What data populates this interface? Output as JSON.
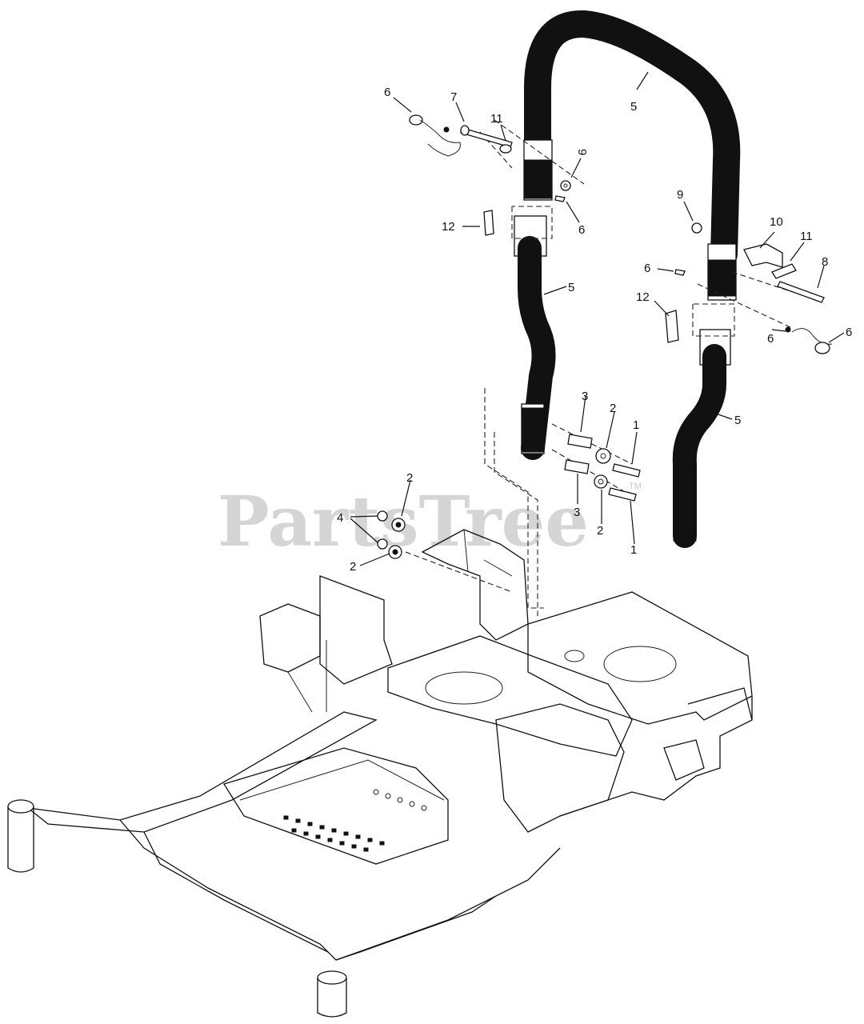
{
  "watermark": {
    "text": "PartsTree",
    "trademark": "TM"
  },
  "callouts": [
    {
      "id": "c-6a",
      "label": "6"
    },
    {
      "id": "c-7",
      "label": "7"
    },
    {
      "id": "c-11a",
      "label": "11"
    },
    {
      "id": "c-9a",
      "label": "9"
    },
    {
      "id": "c-6b",
      "label": "6"
    },
    {
      "id": "c-12a",
      "label": "12"
    },
    {
      "id": "c-5a",
      "label": "5"
    },
    {
      "id": "c-5b",
      "label": "5"
    },
    {
      "id": "c-9b",
      "label": "9"
    },
    {
      "id": "c-10",
      "label": "10"
    },
    {
      "id": "c-11b",
      "label": "11"
    },
    {
      "id": "c-8",
      "label": "8"
    },
    {
      "id": "c-6c",
      "label": "6"
    },
    {
      "id": "c-12b",
      "label": "12"
    },
    {
      "id": "c-6d",
      "label": "6"
    },
    {
      "id": "c-6e",
      "label": "6"
    },
    {
      "id": "c-5c",
      "label": "5"
    },
    {
      "id": "c-3a",
      "label": "3"
    },
    {
      "id": "c-2a",
      "label": "2"
    },
    {
      "id": "c-1a",
      "label": "1"
    },
    {
      "id": "c-3b",
      "label": "3"
    },
    {
      "id": "c-2b",
      "label": "2"
    },
    {
      "id": "c-1b",
      "label": "1"
    },
    {
      "id": "c-2c",
      "label": "2"
    },
    {
      "id": "c-4",
      "label": "4"
    },
    {
      "id": "c-2d",
      "label": "2"
    }
  ],
  "colors": {
    "line": "#111111",
    "watermark": "#c8c8c8",
    "background": "#ffffff"
  }
}
